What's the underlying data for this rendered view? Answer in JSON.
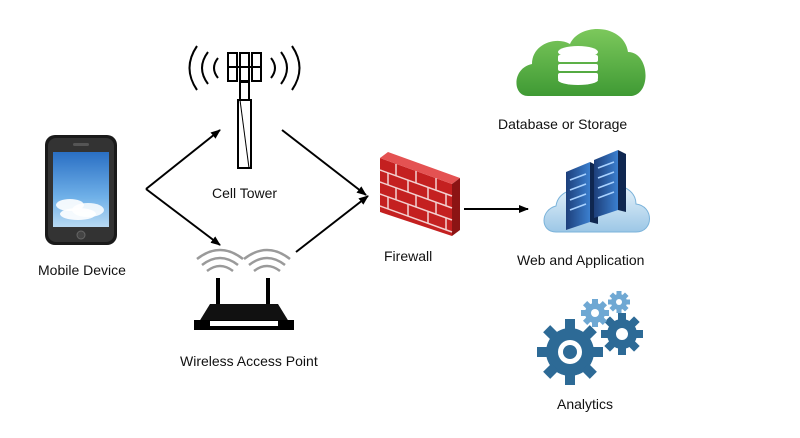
{
  "nodes": {
    "mobile_device": {
      "label": "Mobile Device",
      "icon": "smartphone-icon"
    },
    "cell_tower": {
      "label": "Cell Tower",
      "icon": "cell-tower-icon"
    },
    "wireless_access_point": {
      "label": "Wireless Access Point",
      "icon": "wifi-router-icon"
    },
    "firewall": {
      "label": "Firewall",
      "icon": "brick-wall-icon"
    },
    "database_storage": {
      "label": "Database or Storage",
      "icon": "cloud-database-icon"
    },
    "web_application": {
      "label": "Web and Application",
      "icon": "server-cloud-icon"
    },
    "analytics": {
      "label": "Analytics",
      "icon": "gears-icon"
    }
  },
  "colors": {
    "cloud_green": "#5bb445",
    "brick_red": "#d92b2b",
    "server_blue": "#2f6fb0",
    "gear_blue": "#2d6a96",
    "gear_light_blue": "#6fa8d3",
    "arrow_black": "#000000"
  }
}
